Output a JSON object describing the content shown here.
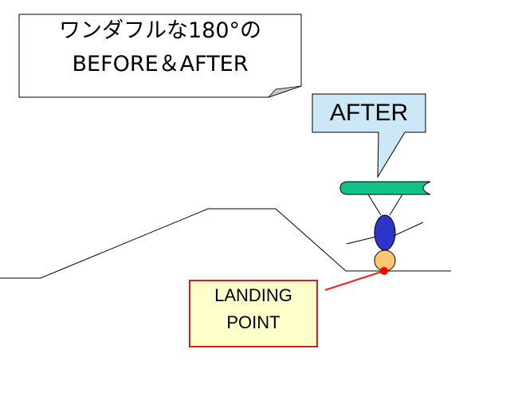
{
  "title_callout": {
    "line1": "ワンダフルな180°の",
    "line2": "BEFORE＆AFTER"
  },
  "after_callout": {
    "label": "AFTER"
  },
  "landing_callout": {
    "line1": "LANDING",
    "line2": "POINT"
  },
  "colors": {
    "after_fill": "#cce8f8",
    "landing_fill": "#ffffcc",
    "landing_border": "#cc2222",
    "board": "#11c28b",
    "body": "#2b35c8",
    "head": "#ffc870",
    "point": "#ff0000"
  }
}
